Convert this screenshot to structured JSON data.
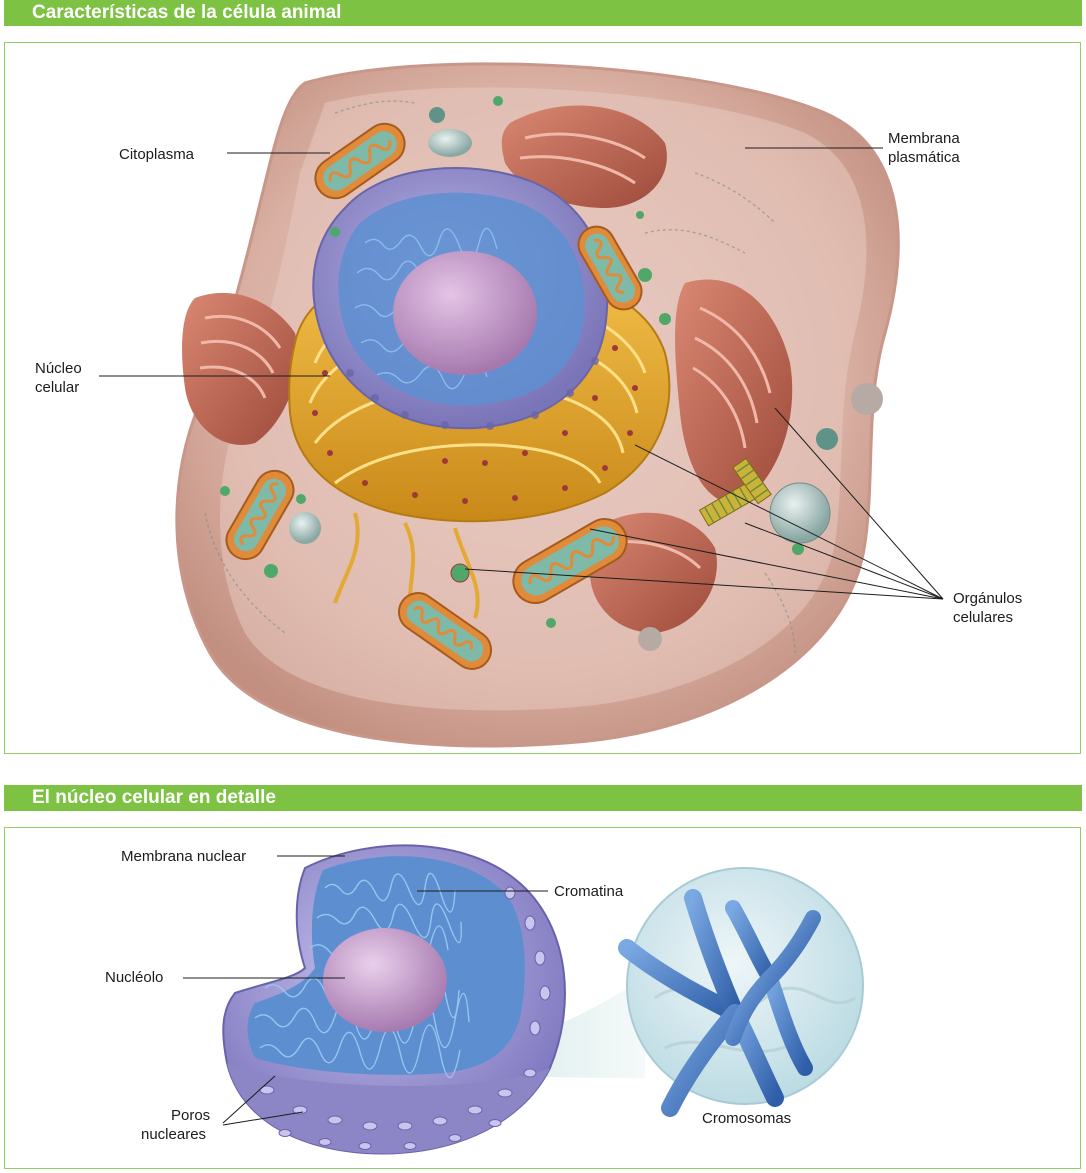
{
  "section1": {
    "title": "Características de la célula animal",
    "labels": {
      "citoplasma": "Citoplasma",
      "membrana_plasmatica_1": "Membrana",
      "membrana_plasmatica_2": "plasmática",
      "nucleo_celular_1": "Núcleo",
      "nucleo_celular_2": "celular",
      "organulos_1": "Orgánulos",
      "organulos_2": "celulares"
    }
  },
  "section2": {
    "title": "El núcleo celular en detalle",
    "labels": {
      "membrana_nuclear": "Membrana nuclear",
      "cromatina": "Cromatina",
      "nucleolo": "Nucléolo",
      "poros_1": "Poros",
      "poros_2": "nucleares",
      "cromosomas": "Cromosomas"
    }
  },
  "colors": {
    "banner": "#7dc243",
    "panel_border": "#8fcf63",
    "cell_membrane": "#d6a89a",
    "nucleus": "#8c87c9",
    "chromatin": "#4b8fd0",
    "nucleolus": "#b98cc0",
    "er": "#e0a430",
    "mitochondria": "#e08b3a",
    "golgi": "#b55d4c"
  }
}
